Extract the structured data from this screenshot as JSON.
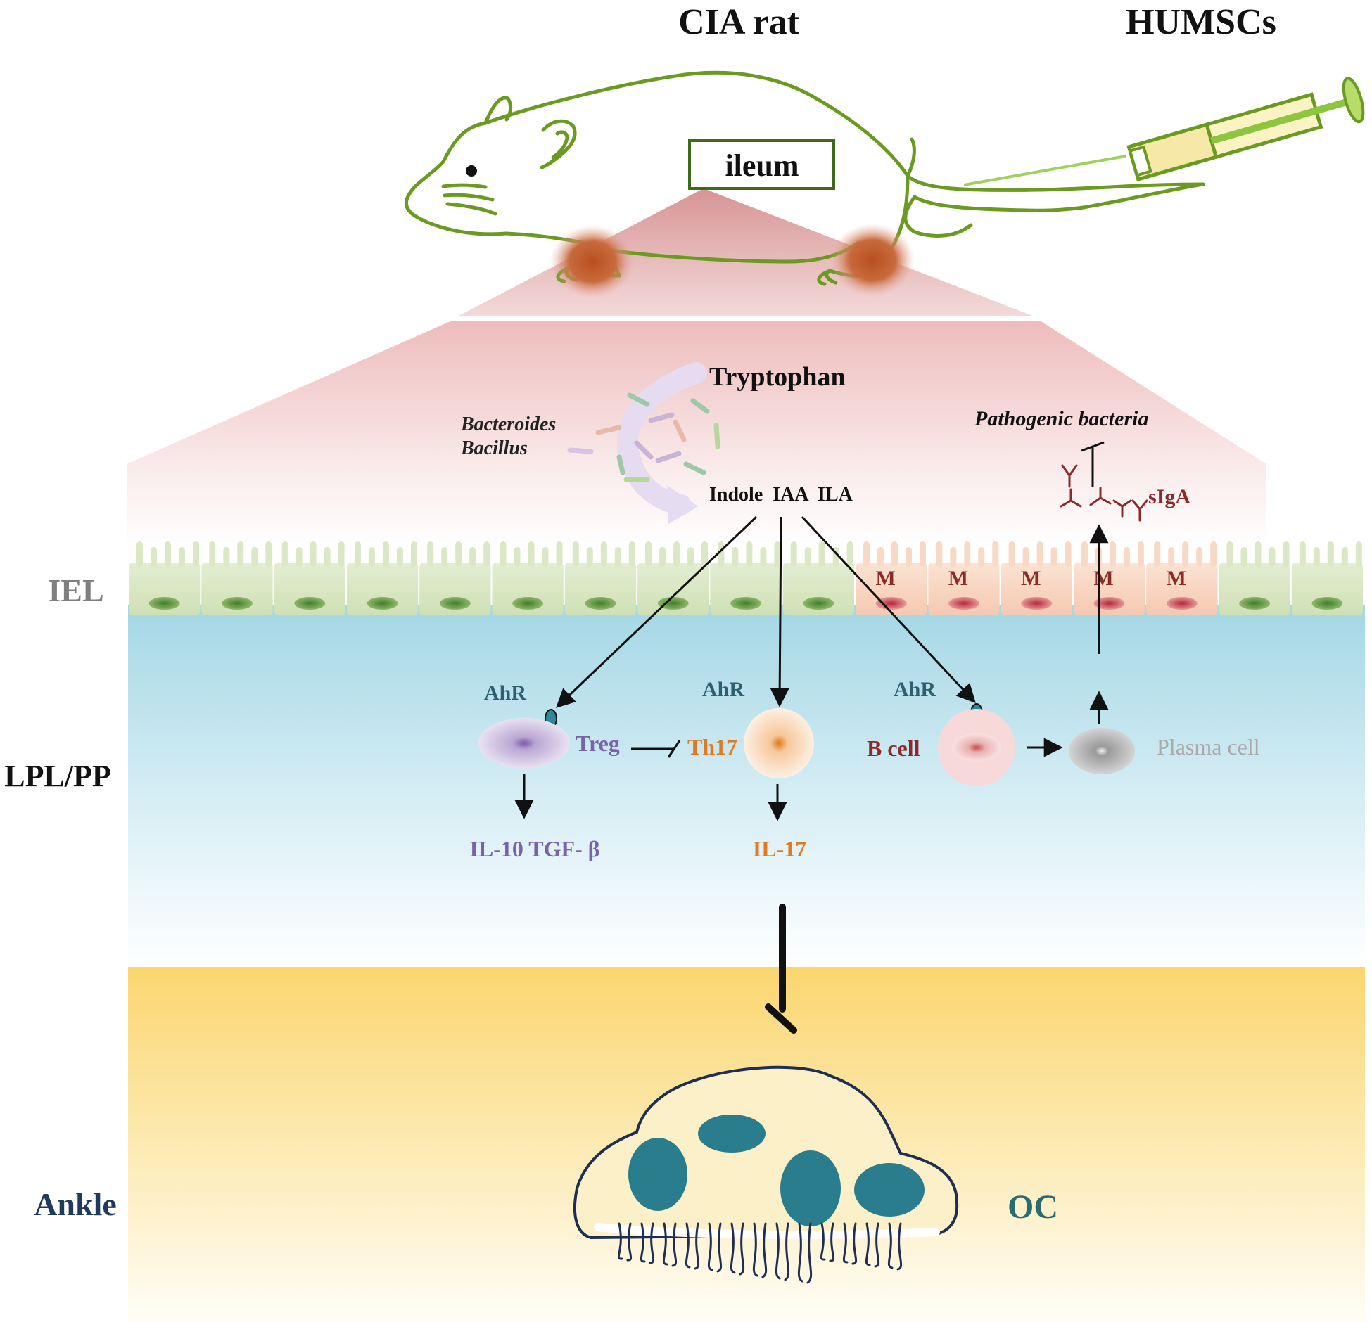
{
  "labels": {
    "cia_rat": "CIA rat",
    "humscs": "HUMSCs",
    "ileum": "ileum",
    "tryptophan": "Tryptophan",
    "bacteroides": "Bacteroides",
    "bacillus": "Bacillus",
    "metabolites": "Indole  IAA  ILA",
    "pathogenic_bacteria": "Pathogenic bacteria",
    "siga": "sIgA",
    "iel": "IEL",
    "lpl_pp": "LPL/PP",
    "ankle": "Ankle",
    "m_cell": "M",
    "ahr": "AhR",
    "treg": "Treg",
    "th17": "Th17",
    "b_cell": "B cell",
    "plasma_cell": "Plasma cell",
    "il10_tgfb": "IL-10 TGF- β",
    "il17": "IL-17",
    "oc": "OC"
  },
  "colors": {
    "rat_outline": "#6a9a1f",
    "epithelium": "#dfe9cc",
    "m_cell": "#f6d6c2",
    "lamina_propria": "#a9d9e6",
    "ankle_tissue": "#fbd97a",
    "osteoclast_nucleus": "#2a7d8c"
  }
}
